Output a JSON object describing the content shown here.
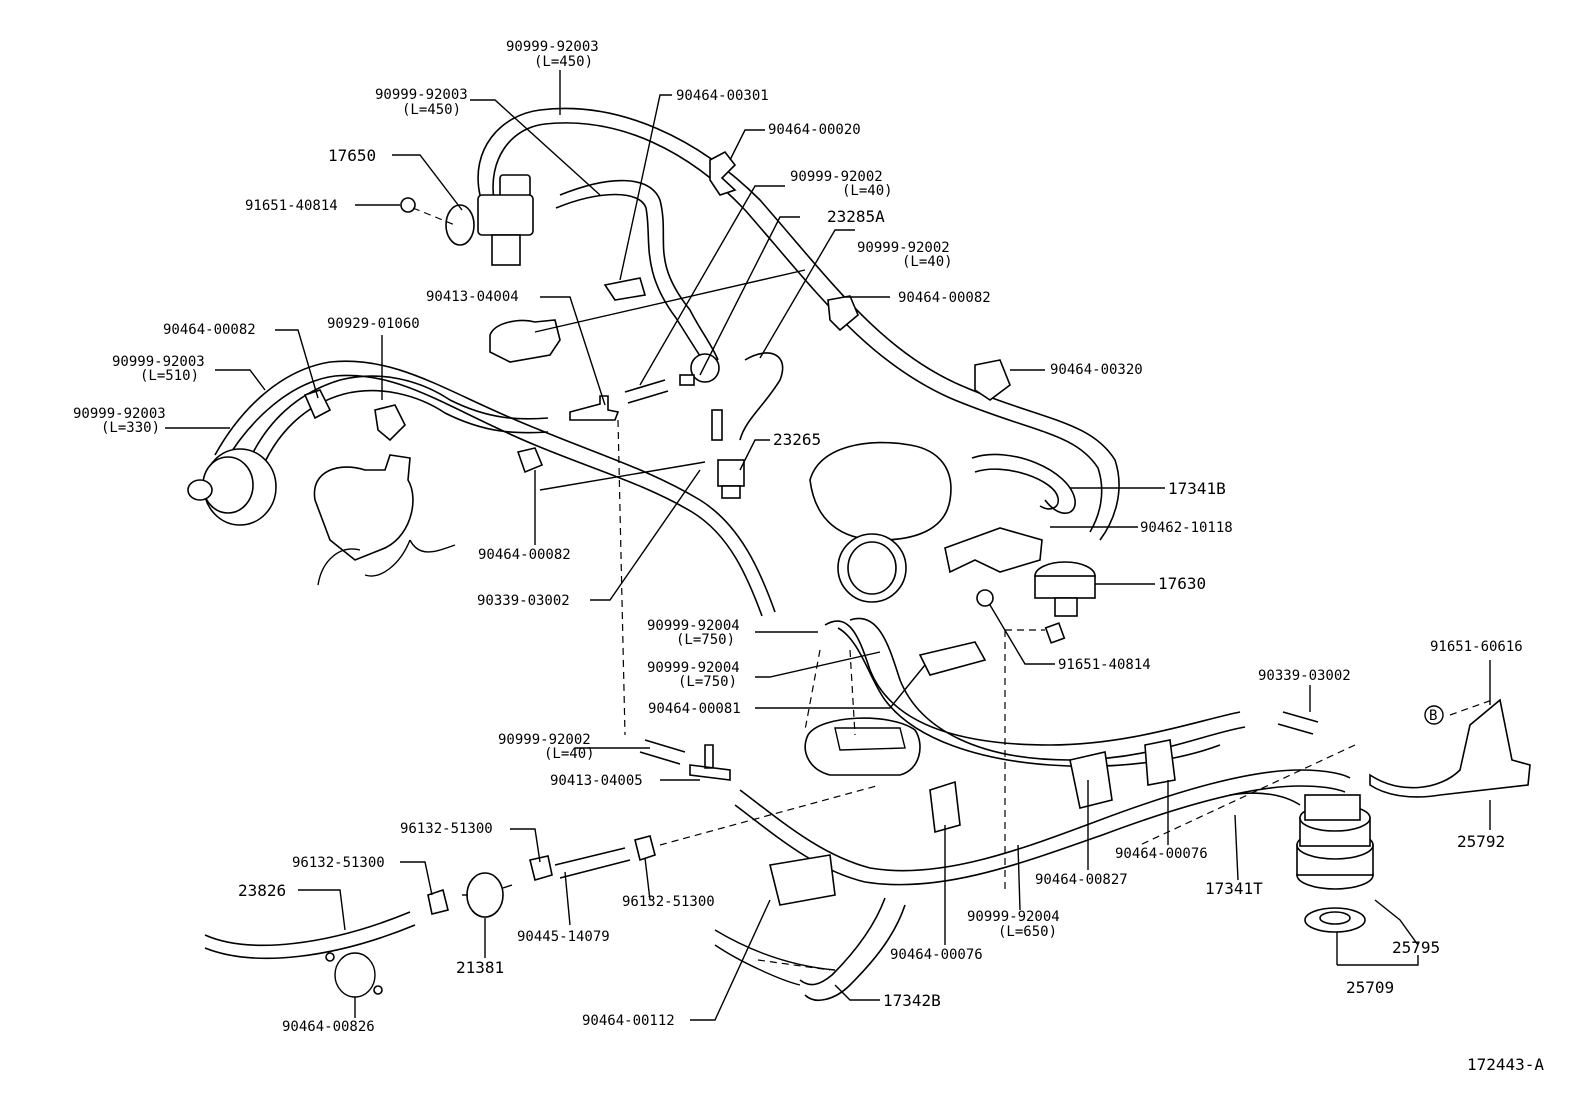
{
  "diagram_id": "172443-A",
  "callouts": [
    {
      "id": "c1",
      "text": "90999-92003"
    },
    {
      "id": "c1b",
      "text": "(L=450)"
    },
    {
      "id": "c2",
      "text": "90999-92003"
    },
    {
      "id": "c2b",
      "text": "(L=450)"
    },
    {
      "id": "c3",
      "text": "90464-00301"
    },
    {
      "id": "c4",
      "text": "90464-00020"
    },
    {
      "id": "c5",
      "text": "17650"
    },
    {
      "id": "c6",
      "text": "91651-40814"
    },
    {
      "id": "c7",
      "text": "90999-92002"
    },
    {
      "id": "c7b",
      "text": "(L=40)"
    },
    {
      "id": "c8",
      "text": "23285A"
    },
    {
      "id": "c9",
      "text": "90999-92002"
    },
    {
      "id": "c9b",
      "text": "(L=40)"
    },
    {
      "id": "c10",
      "text": "90413-04004"
    },
    {
      "id": "c11",
      "text": "90464-00082"
    },
    {
      "id": "c12",
      "text": "90464-00082"
    },
    {
      "id": "c13",
      "text": "90929-01060"
    },
    {
      "id": "c14",
      "text": "90999-92003"
    },
    {
      "id": "c14b",
      "text": "(L=510)"
    },
    {
      "id": "c15",
      "text": "90999-92003"
    },
    {
      "id": "c15b",
      "text": "(L=330)"
    },
    {
      "id": "c16",
      "text": "90464-00320"
    },
    {
      "id": "c17",
      "text": "23265"
    },
    {
      "id": "c18",
      "text": "17341B"
    },
    {
      "id": "c19",
      "text": "90462-10118"
    },
    {
      "id": "c20",
      "text": "90464-00082"
    },
    {
      "id": "c21",
      "text": "17630"
    },
    {
      "id": "c22",
      "text": "90339-03002"
    },
    {
      "id": "c23",
      "text": "90999-92004"
    },
    {
      "id": "c23b",
      "text": "(L=750)"
    },
    {
      "id": "c24",
      "text": "91651-40814"
    },
    {
      "id": "c25",
      "text": "91651-60616"
    },
    {
      "id": "c26",
      "text": "90999-92004"
    },
    {
      "id": "c26b",
      "text": "(L=750)"
    },
    {
      "id": "c27",
      "text": "90339-03002"
    },
    {
      "id": "c28",
      "text": "90464-00081"
    },
    {
      "id": "c29",
      "text": "B"
    },
    {
      "id": "c30",
      "text": "90999-92002"
    },
    {
      "id": "c30b",
      "text": "(L=40)"
    },
    {
      "id": "c31",
      "text": "90413-04005"
    },
    {
      "id": "c32",
      "text": "25792"
    },
    {
      "id": "c33",
      "text": "96132-51300"
    },
    {
      "id": "c34",
      "text": "90464-00076"
    },
    {
      "id": "c35",
      "text": "96132-51300"
    },
    {
      "id": "c36",
      "text": "90464-00827"
    },
    {
      "id": "c37",
      "text": "17341T"
    },
    {
      "id": "c38",
      "text": "23826"
    },
    {
      "id": "c39",
      "text": "96132-51300"
    },
    {
      "id": "c40",
      "text": "90445-14079"
    },
    {
      "id": "c41",
      "text": "90999-92004"
    },
    {
      "id": "c41b",
      "text": "(L=650)"
    },
    {
      "id": "c42",
      "text": "90464-00076"
    },
    {
      "id": "c43",
      "text": "25795"
    },
    {
      "id": "c44",
      "text": "21381"
    },
    {
      "id": "c45",
      "text": "25709"
    },
    {
      "id": "c46",
      "text": "90464-00826"
    },
    {
      "id": "c47",
      "text": "17342B"
    },
    {
      "id": "c48",
      "text": "90464-00112"
    }
  ]
}
